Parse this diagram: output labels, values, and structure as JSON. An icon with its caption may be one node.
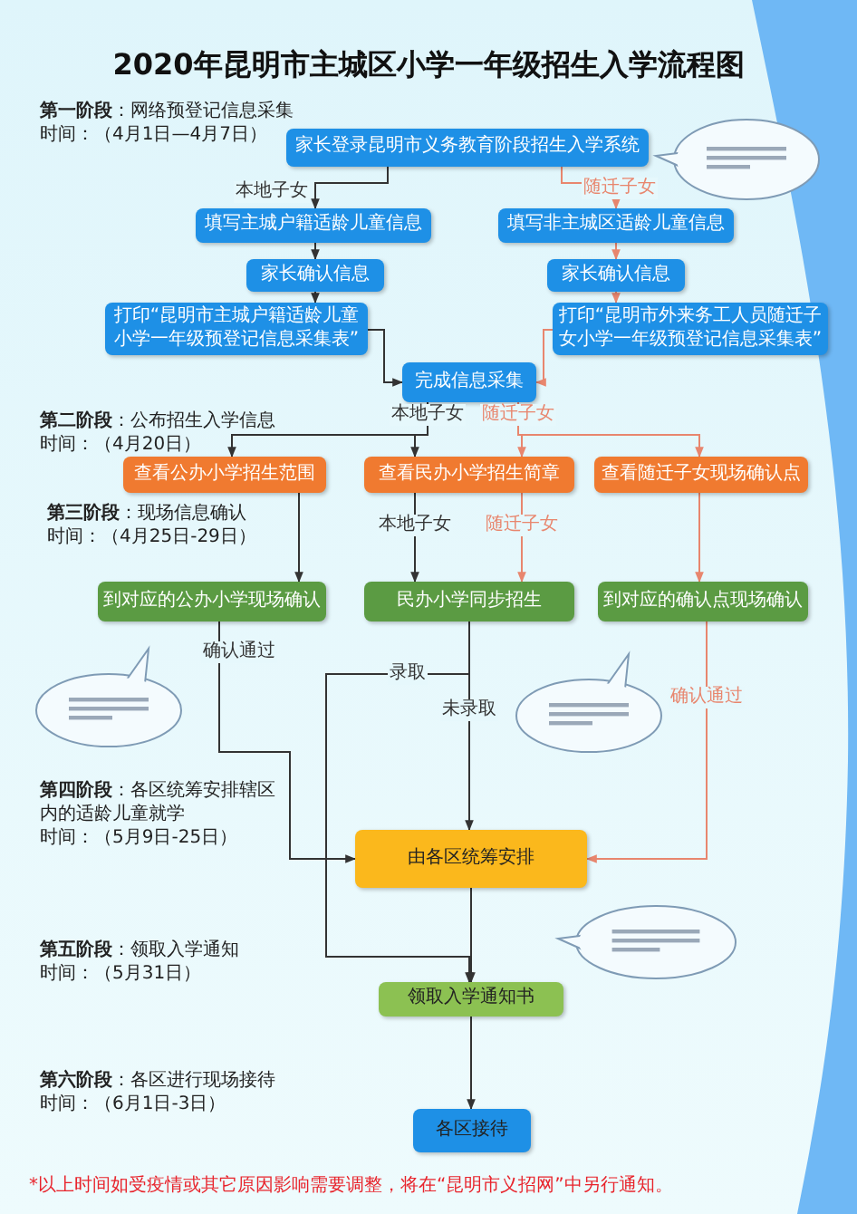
{
  "diagram": {
    "title": "2020年昆明市主城区小学一年级招生入学流程图",
    "nodes": [
      {
        "text": [
          "家长登录昆明市义务教育阶段招生入学系统"
        ]
      },
      {
        "text": [
          "填写主城户籍适龄儿童信息"
        ]
      },
      {
        "text": [
          "填写非主城区适龄儿童信息"
        ]
      },
      {
        "text": [
          "家长确认信息"
        ]
      },
      {
        "text": [
          "家长确认信息"
        ]
      },
      {
        "text": [
          "打印“昆明市主城户籍适龄儿童小学一年级预登记信息采集表”"
        ]
      },
      {
        "text": [
          "打印“昆明市外来务工人员随迁子女小学一年级预登记信息采集表”"
        ]
      },
      {
        "text": [
          "完成信息采集"
        ]
      },
      {
        "text": [
          "查看公办小学招生范围"
        ]
      },
      {
        "text": [
          "查看民办小学招生简章"
        ]
      },
      {
        "text": [
          "查看随迁子女现场确认点"
        ]
      },
      {
        "text": [
          "到对应的公办小学现场确认"
        ]
      },
      {
        "text": [
          "民办小学同步招生"
        ]
      },
      {
        "text": [
          "到对应的确认点现场确认"
        ]
      },
      {
        "text": [
          "由各区统筹安排"
        ]
      },
      {
        "text": [
          "领取入学通知书"
        ]
      },
      {
        "text": [
          "各区接待"
        ]
      }
    ],
    "edges": [
      {
        "from": 0,
        "to": 1,
        "arrow": "to",
        "label": "本地子女"
      },
      {
        "from": 0,
        "to": 2,
        "arrow": "to",
        "label": "随迁子女",
        "color": "#e8866e"
      },
      {
        "from": 1,
        "to": 3,
        "arrow": "to"
      },
      {
        "from": 3,
        "to": 5,
        "arrow": "to"
      },
      {
        "from": 2,
        "to": 4,
        "arrow": "to",
        "color": "#e8866e"
      },
      {
        "from": 4,
        "to": 6,
        "arrow": "to",
        "color": "#e8866e"
      },
      {
        "from": 5,
        "to": 7,
        "arrow": "to"
      },
      {
        "from": 6,
        "to": 7,
        "arrow": "to",
        "color": "#e8866e"
      },
      {
        "from": 7,
        "to": 8,
        "arrow": "to",
        "label": "本地子女"
      },
      {
        "from": 7,
        "to": 9,
        "arrow": "to"
      },
      {
        "from": 7,
        "to": 9,
        "arrow": "to",
        "label": "随迁子女",
        "color": "#e8866e"
      },
      {
        "from": 7,
        "to": 10,
        "arrow": "to",
        "color": "#e8866e"
      },
      {
        "from": 8,
        "to": 11,
        "arrow": "to"
      },
      {
        "from": 9,
        "to": 12,
        "arrow": "to",
        "label": "本地子女"
      },
      {
        "from": 9,
        "to": 12,
        "arrow": "to",
        "label": "随迁子女",
        "color": "#e8866e"
      },
      {
        "from": 10,
        "to": 13,
        "arrow": "to",
        "color": "#e8866e"
      },
      {
        "from": 11,
        "to": 14,
        "arrow": "to",
        "label": "确认通过"
      },
      {
        "from": 12,
        "to": 14,
        "arrow": "to",
        "label": "未录取"
      },
      {
        "from": 12,
        "to": 15,
        "arrow": "to",
        "label": "录取"
      },
      {
        "from": 13,
        "to": 14,
        "arrow": "to",
        "label": "确认通过",
        "color": "#e8866e"
      },
      {
        "from": 14,
        "to": 15,
        "arrow": "to"
      },
      {
        "from": 15,
        "to": 16,
        "arrow": "to"
      }
    ],
    "labels": [
      "**第一阶段**：网络预登记信息采集",
      "时间：（4月1日—4月7日）",
      "**第二阶段**：公布招生入学信息",
      "时间：（4月20日）",
      "**第三阶段**：现场信息确认",
      "时间：（4月25日-29日）",
      "**第四阶段**：各区统筹安排辖区内的适龄儿童就学",
      "时间：（5月9日-25日）",
      "**第五阶段**：领取入学通知",
      "时间：（5月31日）",
      "**第六阶段**：各区进行现场接待",
      "时间：（6月1日-3日）",
      "*以上时间如受疫情或其它原因影响需要调整，将在“昆明市义招网”中另行通知。"
    ]
  }
}
